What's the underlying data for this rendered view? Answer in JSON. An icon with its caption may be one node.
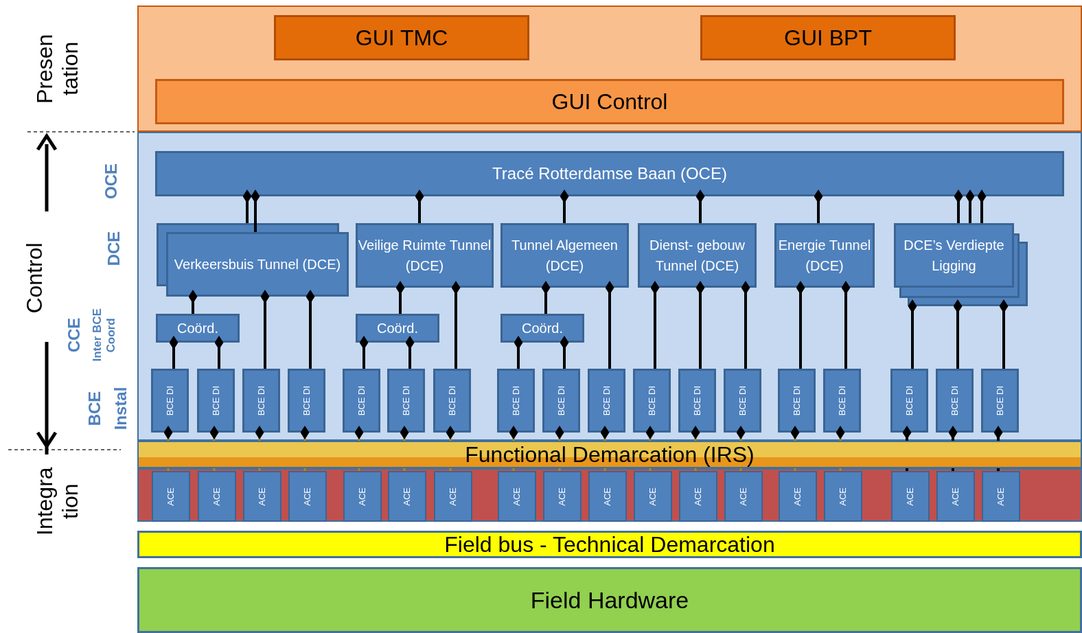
{
  "diagram": {
    "nodes": [
      {
        "text": [],
        "shape": "box"
      },
      {
        "text": [
          "GUI TMC"
        ],
        "in": 0
      },
      {
        "text": [
          "GUI BPT"
        ],
        "in": 0
      },
      {
        "text": [
          "GUI Control"
        ],
        "in": 0
      },
      {
        "text": [],
        "shape": "box"
      },
      {
        "text": [
          "Tracé Rotterdamse Baan (OCE)"
        ],
        "in": 4
      },
      {
        "text": [
          "Verkeersbuis Tunnel (DCE)"
        ],
        "in": 4
      },
      {
        "text": [
          "Veilige Ruimte Tunnel (DCE)"
        ],
        "in": 4
      },
      {
        "text": [
          "Tunnel Algemeen (DCE)"
        ],
        "in": 4
      },
      {
        "text": [
          "Dienst- gebouw Tunnel (DCE)"
        ],
        "in": 4
      },
      {
        "text": [
          "Energie Tunnel (DCE)"
        ],
        "in": 4
      },
      {
        "text": [
          "DCE’s Verdiepte Ligging"
        ],
        "in": 4
      },
      {
        "text": [
          "Coörd."
        ],
        "in": 4
      },
      {
        "text": [
          "Coörd."
        ],
        "in": 4
      },
      {
        "text": [
          "Coörd."
        ],
        "in": 4
      },
      {
        "text": [
          "BCE DI"
        ],
        "in": 4
      },
      {
        "text": [
          "BCE DI"
        ],
        "in": 4
      },
      {
        "text": [
          "BCE DI"
        ],
        "in": 4
      },
      {
        "text": [
          "BCE DI"
        ],
        "in": 4
      },
      {
        "text": [
          "BCE DI"
        ],
        "in": 4
      },
      {
        "text": [
          "BCE DI"
        ],
        "in": 4
      },
      {
        "text": [
          "BCE DI"
        ],
        "in": 4
      },
      {
        "text": [
          "BCE DI"
        ],
        "in": 4
      },
      {
        "text": [
          "BCE DI"
        ],
        "in": 4
      },
      {
        "text": [
          "BCE DI"
        ],
        "in": 4
      },
      {
        "text": [
          "BCE DI"
        ],
        "in": 4
      },
      {
        "text": [
          "BCE DI"
        ],
        "in": 4
      },
      {
        "text": [
          "BCE DI"
        ],
        "in": 4
      },
      {
        "text": [
          "BCE DI"
        ],
        "in": 4
      },
      {
        "text": [
          "BCE DI"
        ],
        "in": 4
      },
      {
        "text": [
          "BCE DI"
        ],
        "in": 4
      },
      {
        "text": [
          "BCE DI"
        ],
        "in": 4
      },
      {
        "text": [
          "BCE DI"
        ],
        "in": 4
      },
      {
        "text": [
          "Functional Demarcation (IRS)"
        ]
      },
      {
        "text": [],
        "shape": "box"
      },
      {
        "text": [
          "ACE"
        ],
        "in": 34
      },
      {
        "text": [
          "ACE"
        ],
        "in": 34
      },
      {
        "text": [
          "ACE"
        ],
        "in": 34
      },
      {
        "text": [
          "ACE"
        ],
        "in": 34
      },
      {
        "text": [
          "ACE"
        ],
        "in": 34
      },
      {
        "text": [
          "ACE"
        ],
        "in": 34
      },
      {
        "text": [
          "ACE"
        ],
        "in": 34
      },
      {
        "text": [
          "ACE"
        ],
        "in": 34
      },
      {
        "text": [
          "ACE"
        ],
        "in": 34
      },
      {
        "text": [
          "ACE"
        ],
        "in": 34
      },
      {
        "text": [
          "ACE"
        ],
        "in": 34
      },
      {
        "text": [
          "ACE"
        ],
        "in": 34
      },
      {
        "text": [
          "ACE"
        ],
        "in": 34
      },
      {
        "text": [
          "ACE"
        ],
        "in": 34
      },
      {
        "text": [
          "ACE"
        ],
        "in": 34
      },
      {
        "text": [
          "ACE"
        ],
        "in": 34
      },
      {
        "text": [
          "ACE"
        ],
        "in": 34
      },
      {
        "text": [
          "ACE"
        ],
        "in": 34
      },
      {
        "text": [
          "Field bus - Technical Demarcation"
        ]
      },
      {
        "text": [
          "Field Hardware"
        ]
      }
    ],
    "edges": [
      {
        "from": 6,
        "to": 5,
        "arrow": "other"
      },
      {
        "from": 6,
        "to": 5,
        "arrow": "other"
      },
      {
        "from": 7,
        "to": 5,
        "arrow": "other"
      },
      {
        "from": 8,
        "to": 5,
        "arrow": "other"
      },
      {
        "from": 9,
        "to": 5,
        "arrow": "other"
      },
      {
        "from": 10,
        "to": 5,
        "arrow": "other"
      },
      {
        "from": 11,
        "to": 5,
        "arrow": "other"
      },
      {
        "from": 11,
        "to": 5,
        "arrow": "other"
      },
      {
        "from": 11,
        "to": 5,
        "arrow": "other"
      },
      {
        "from": 12,
        "to": 6,
        "arrow": "other"
      },
      {
        "from": 13,
        "to": 7,
        "arrow": "other"
      },
      {
        "from": 14,
        "to": 8,
        "arrow": "other"
      },
      {
        "from": 15,
        "to": 12,
        "arrow": "other"
      },
      {
        "from": 16,
        "to": 12,
        "arrow": "other"
      },
      {
        "from": 17,
        "to": 6,
        "arrow": "other"
      },
      {
        "from": 18,
        "to": 6,
        "arrow": "other"
      },
      {
        "from": 19,
        "to": 13,
        "arrow": "other"
      },
      {
        "from": 20,
        "to": 13,
        "arrow": "other"
      },
      {
        "from": 21,
        "to": 7,
        "arrow": "other"
      },
      {
        "from": 22,
        "to": 14,
        "arrow": "other"
      },
      {
        "from": 23,
        "to": 14,
        "arrow": "other"
      },
      {
        "from": 24,
        "to": 8,
        "arrow": "other"
      },
      {
        "from": 25,
        "to": 9,
        "arrow": "other"
      },
      {
        "from": 26,
        "to": 9,
        "arrow": "other"
      },
      {
        "from": 27,
        "to": 9,
        "arrow": "other"
      },
      {
        "from": 28,
        "to": 10,
        "arrow": "other"
      },
      {
        "from": 29,
        "to": 10,
        "arrow": "other"
      },
      {
        "from": 30,
        "to": 11,
        "arrow": "other"
      },
      {
        "from": 31,
        "to": 11,
        "arrow": "other"
      },
      {
        "from": 32,
        "to": 11,
        "arrow": "other"
      },
      {
        "from": 35,
        "to": 33,
        "arrow": "none",
        "color": "#b8860b"
      },
      {
        "from": 33,
        "to": 15,
        "arrow": "other",
        "color": "#b8860b"
      },
      {
        "from": 36,
        "to": 33,
        "arrow": "none",
        "color": "#b8860b"
      },
      {
        "from": 33,
        "to": 16,
        "arrow": "other",
        "color": "#b8860b"
      },
      {
        "from": 37,
        "to": 33,
        "arrow": "none",
        "color": "#b8860b"
      },
      {
        "from": 33,
        "to": 17,
        "arrow": "other",
        "color": "#b8860b"
      },
      {
        "from": 38,
        "to": 33,
        "arrow": "none",
        "color": "#b8860b"
      },
      {
        "from": 33,
        "to": 18,
        "arrow": "other",
        "color": "#b8860b"
      },
      {
        "from": 39,
        "to": 33,
        "arrow": "none",
        "color": "#b8860b"
      },
      {
        "from": 33,
        "to": 19,
        "arrow": "other",
        "color": "#b8860b"
      },
      {
        "from": 40,
        "to": 33,
        "arrow": "none",
        "color": "#b8860b"
      },
      {
        "from": 33,
        "to": 20,
        "arrow": "other",
        "color": "#b8860b"
      },
      {
        "from": 41,
        "to": 33,
        "arrow": "none",
        "color": "#b8860b"
      },
      {
        "from": 33,
        "to": 21,
        "arrow": "other",
        "color": "#b8860b"
      },
      {
        "from": 42,
        "to": 33,
        "arrow": "none",
        "color": "#b8860b"
      },
      {
        "from": 33,
        "to": 22,
        "arrow": "other",
        "color": "#b8860b"
      },
      {
        "from": 43,
        "to": 33,
        "arrow": "none",
        "color": "#b8860b"
      },
      {
        "from": 33,
        "to": 23,
        "arrow": "other",
        "color": "#b8860b"
      },
      {
        "from": 44,
        "to": 33,
        "arrow": "none",
        "color": "#b8860b"
      },
      {
        "from": 33,
        "to": 24,
        "arrow": "other",
        "color": "#b8860b"
      },
      {
        "from": 45,
        "to": 33,
        "arrow": "none",
        "color": "#b8860b"
      },
      {
        "from": 33,
        "to": 25,
        "arrow": "other",
        "color": "#b8860b"
      },
      {
        "from": 46,
        "to": 33,
        "arrow": "none",
        "color": "#b8860b"
      },
      {
        "from": 33,
        "to": 26,
        "arrow": "other",
        "color": "#b8860b"
      },
      {
        "from": 47,
        "to": 33,
        "arrow": "none",
        "color": "#b8860b"
      },
      {
        "from": 33,
        "to": 27,
        "arrow": "other",
        "color": "#b8860b"
      },
      {
        "from": 48,
        "to": 33,
        "arrow": "none",
        "color": "#b8860b"
      },
      {
        "from": 33,
        "to": 28,
        "arrow": "other",
        "color": "#b8860b"
      },
      {
        "from": 49,
        "to": 33,
        "arrow": "none",
        "color": "#b8860b"
      },
      {
        "from": 33,
        "to": 29,
        "arrow": "other",
        "color": "#b8860b"
      },
      {
        "from": 50,
        "to": 33,
        "arrow": "none"
      },
      {
        "from": 33,
        "to": 30,
        "arrow": "other"
      },
      {
        "from": 51,
        "to": 33,
        "arrow": "none"
      },
      {
        "from": 33,
        "to": 31,
        "arrow": "other"
      },
      {
        "from": 52,
        "to": 33,
        "arrow": "none"
      },
      {
        "from": 33,
        "to": 32,
        "arrow": "other"
      }
    ],
    "labels": [
      "Presen tation",
      "Control",
      "Integra tion",
      "OCE",
      "DCE",
      "CCE",
      "Inter BCE Coord",
      "BCE",
      "Instal"
    ]
  }
}
